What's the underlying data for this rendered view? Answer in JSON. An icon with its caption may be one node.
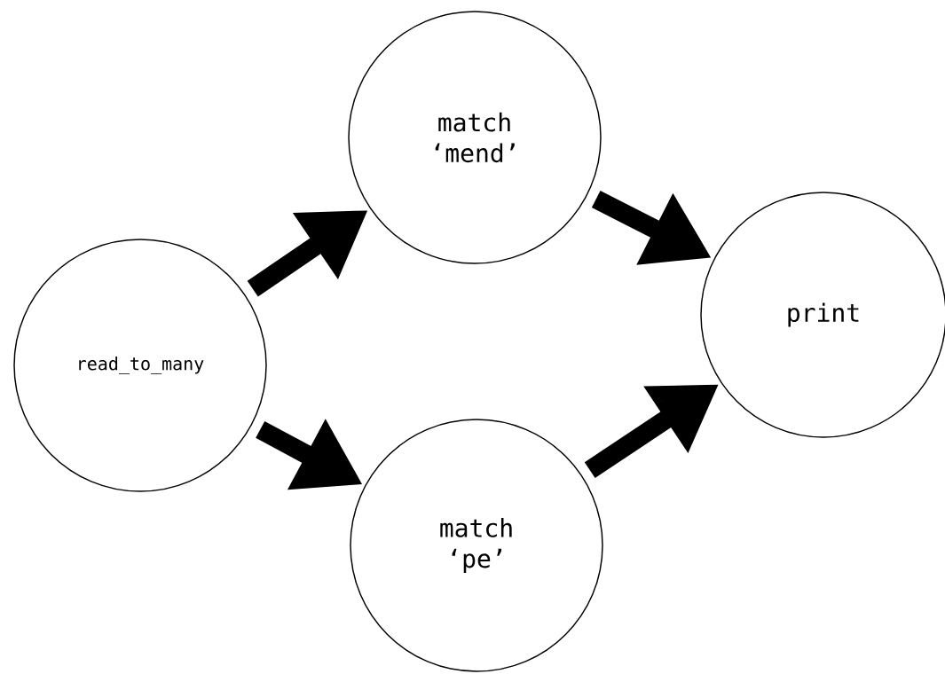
{
  "diagram": {
    "nodes": [
      {
        "text": [
          "read_to_many"
        ]
      },
      {
        "text": [
          "match ‘mend’"
        ]
      },
      {
        "text": [
          "match ‘pe’"
        ]
      },
      {
        "text": [
          "print"
        ]
      }
    ],
    "edges": [
      {
        "from": 0,
        "to": 1,
        "arrow": "to"
      },
      {
        "from": 0,
        "to": 2,
        "arrow": "to"
      },
      {
        "from": 1,
        "to": 3,
        "arrow": "to"
      },
      {
        "from": 2,
        "to": 3,
        "arrow": "to"
      }
    ]
  }
}
